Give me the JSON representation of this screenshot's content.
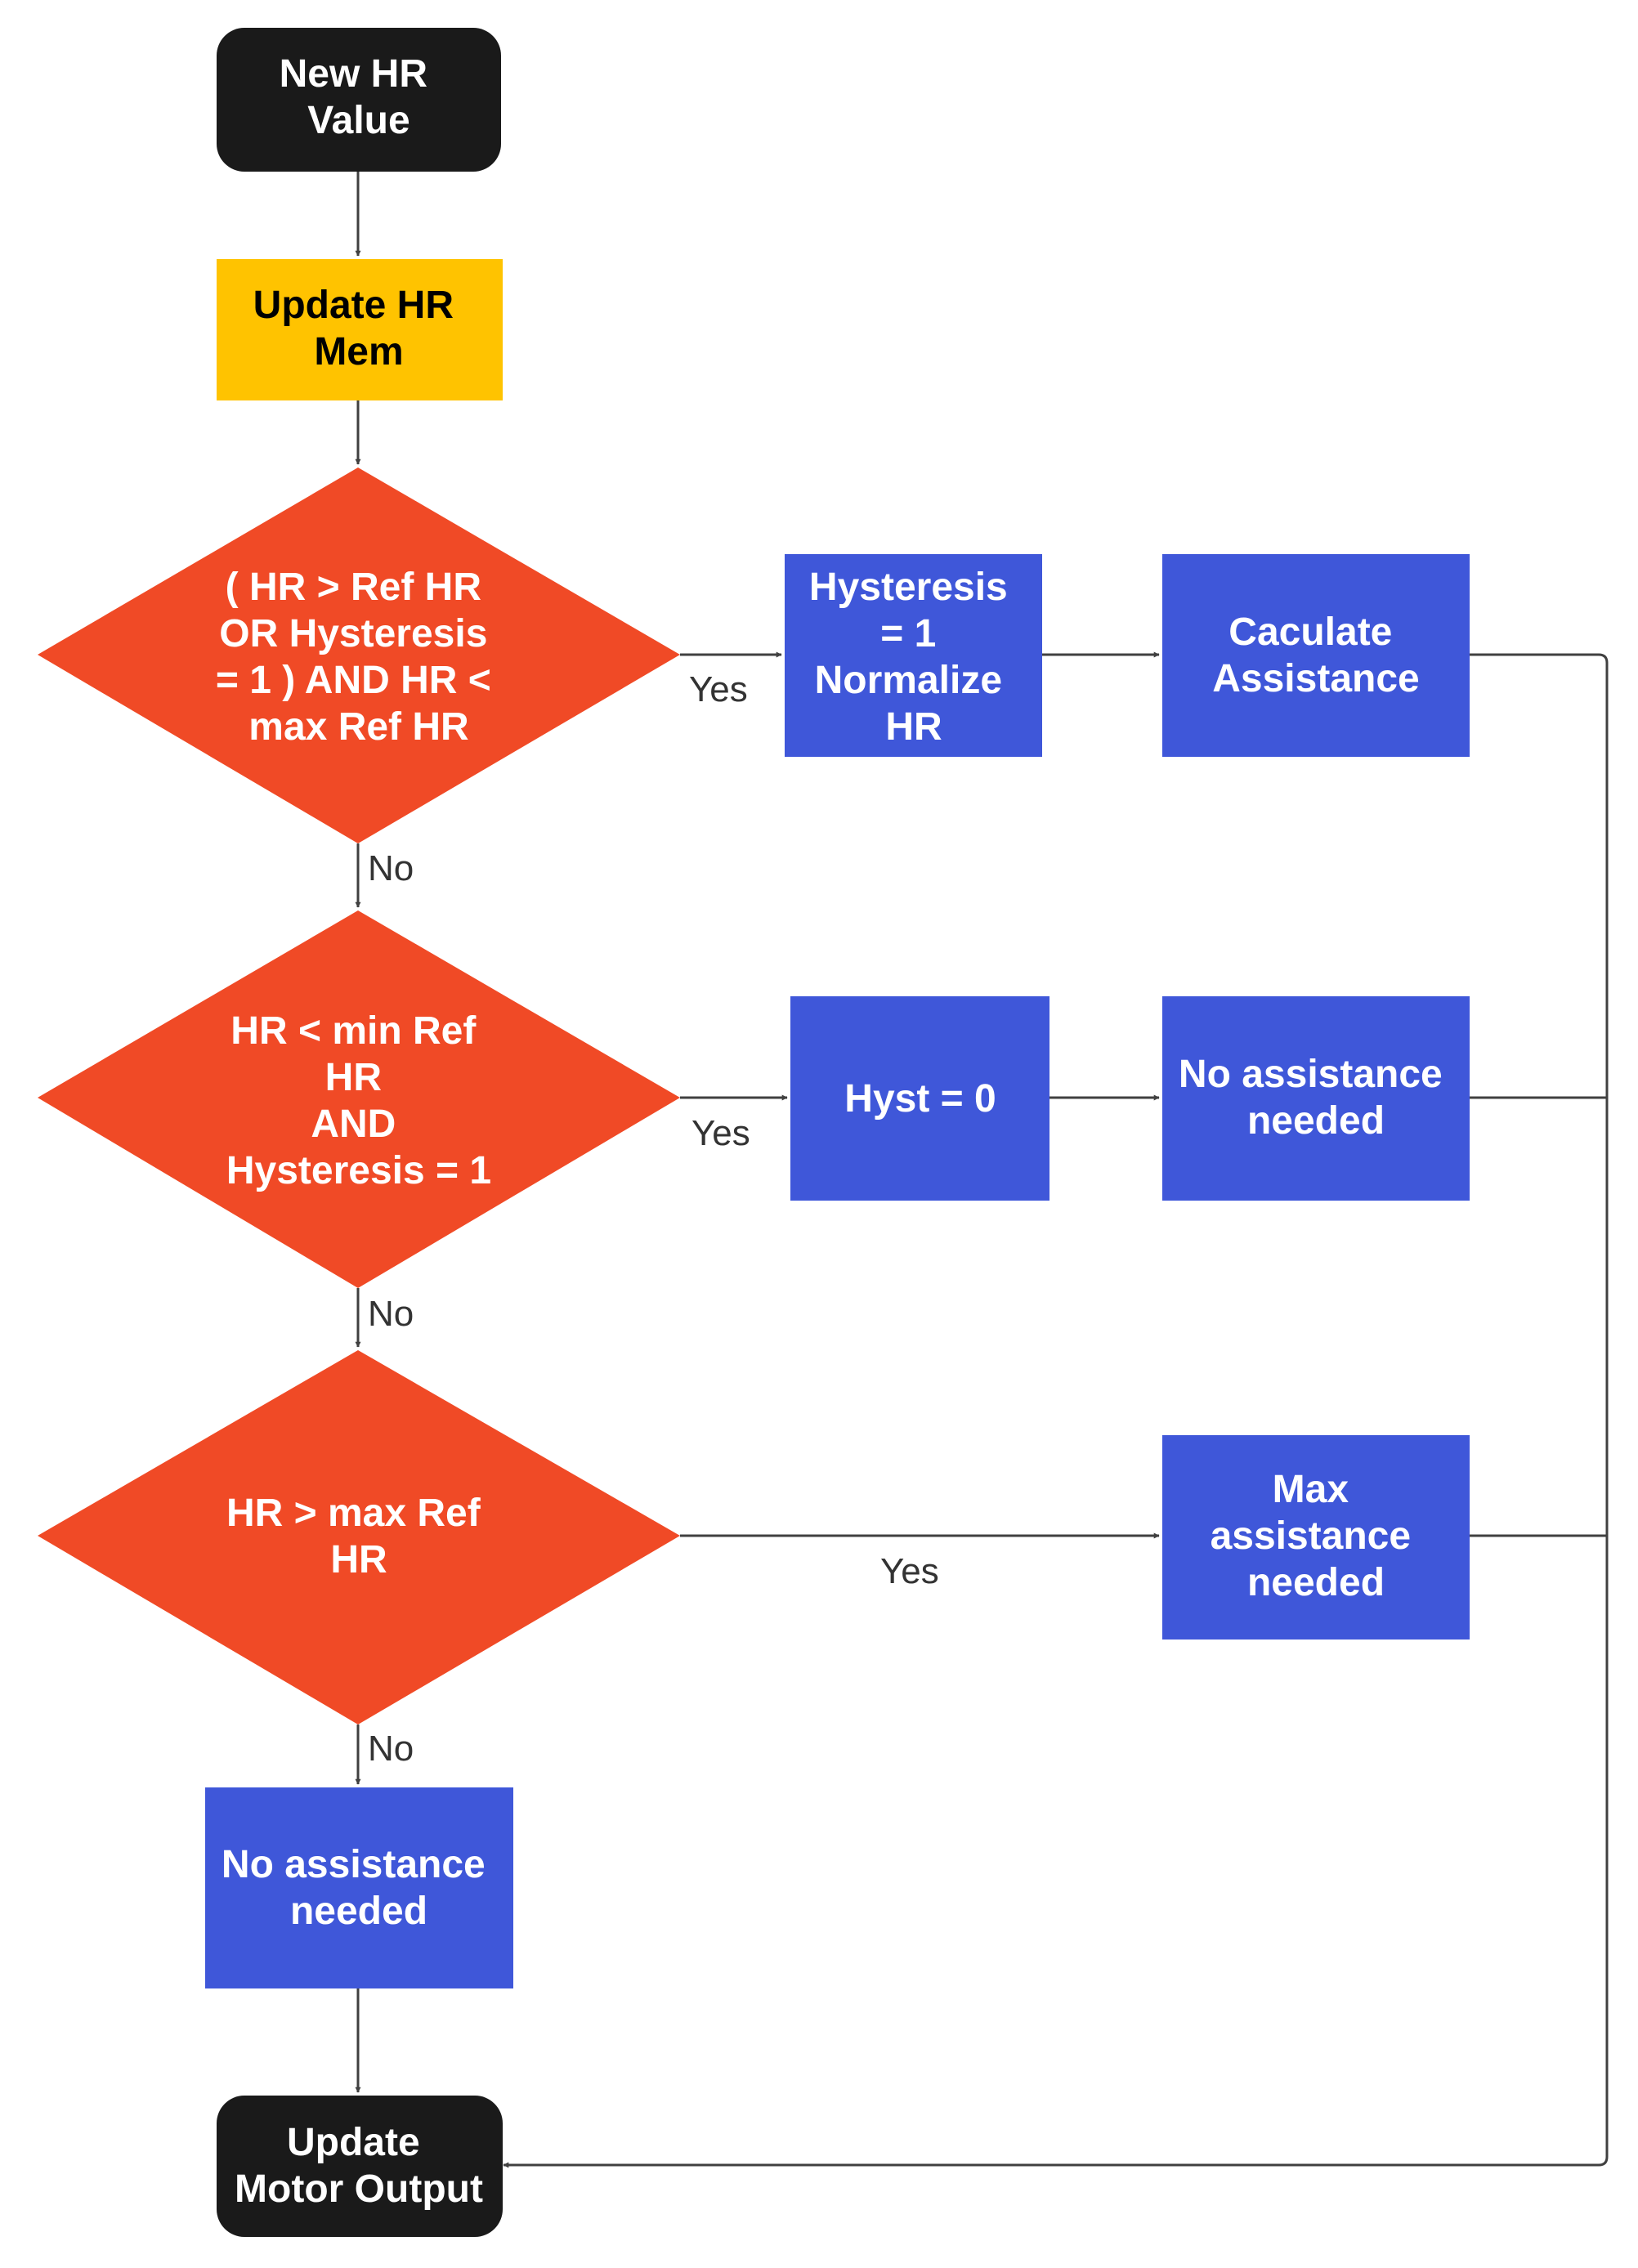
{
  "colors": {
    "terminal": "#1a1a1a",
    "process_yellow": "#ffc300",
    "decision": "#f04a26",
    "process_blue": "#3f57d9",
    "edge": "#404040"
  },
  "nodes": {
    "start": {
      "lines": [
        "New HR",
        "Value"
      ]
    },
    "update_mem": {
      "lines": [
        "Update HR",
        "Mem"
      ]
    },
    "decision1": {
      "lines": [
        "( HR > Ref HR",
        "OR Hysteresis",
        "= 1 ) AND HR <",
        "max Ref HR"
      ]
    },
    "hyst_normalize": {
      "lines": [
        "Hysteresis",
        "= 1",
        "Normalize",
        "HR"
      ]
    },
    "calc_assist": {
      "lines": [
        "Caculate",
        "Assistance"
      ]
    },
    "decision2": {
      "lines": [
        "HR < min Ref",
        "HR",
        "AND",
        "Hysteresis = 1"
      ]
    },
    "hyst_zero": {
      "lines": [
        "Hyst = 0"
      ]
    },
    "no_assist_1": {
      "lines": [
        "No assistance",
        "needed"
      ]
    },
    "decision3": {
      "lines": [
        "HR > max Ref",
        "HR"
      ]
    },
    "max_assist": {
      "lines": [
        "Max",
        "assistance",
        "needed"
      ]
    },
    "no_assist_2": {
      "lines": [
        "No assistance",
        "needed"
      ]
    },
    "end": {
      "lines": [
        "Update",
        "Motor Output"
      ]
    }
  },
  "edge_labels": {
    "yes1": "Yes",
    "yes2": "Yes",
    "yes3": "Yes",
    "no1": "No",
    "no2": "No",
    "no3": "No"
  }
}
